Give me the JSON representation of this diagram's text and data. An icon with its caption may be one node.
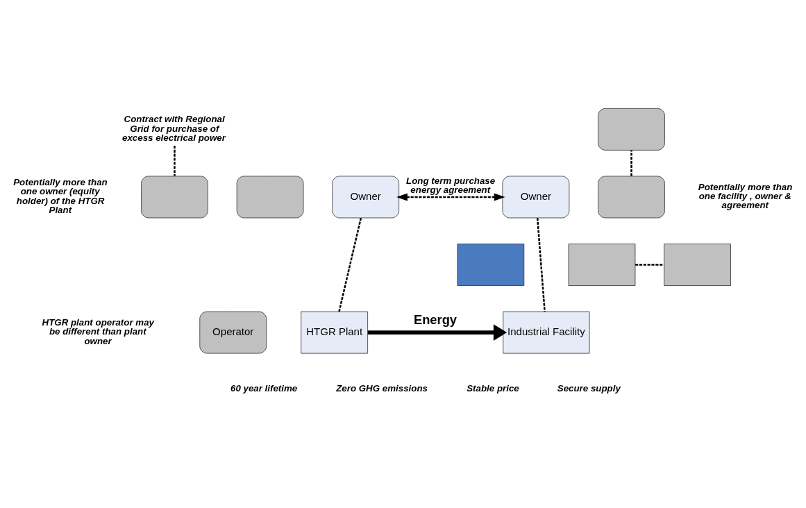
{
  "diagram": {
    "nodes": [
      {
        "text": [
          "Contract with Regional Grid for purchase of excess electrical power"
        ]
      },
      {
        "text": [],
        "shape": "box"
      },
      {
        "text": [],
        "shape": "box"
      },
      {
        "text": [
          "Owner"
        ]
      },
      {
        "text": [],
        "shape": "box"
      },
      {
        "text": [],
        "shape": "box"
      },
      {
        "text": [
          "Owner"
        ]
      },
      {
        "text": [
          "HTGR Plant"
        ]
      },
      {
        "text": [
          "Operator"
        ]
      },
      {
        "text": [],
        "shape": "box"
      },
      {
        "text": [],
        "shape": "box"
      },
      {
        "text": [],
        "shape": "box"
      },
      {
        "text": [
          "Industrial Facility"
        ]
      }
    ],
    "edges": [
      {
        "from": 0,
        "to": 1,
        "arrow": "none",
        "style": "dashed"
      },
      {
        "from": 3,
        "to": 6,
        "arrow": "both",
        "style": "dashed",
        "label": "Long term purchase energy agreement"
      },
      {
        "from": 5,
        "to": 4,
        "arrow": "none",
        "style": "dashed"
      },
      {
        "from": 3,
        "to": 7,
        "arrow": "none",
        "style": "dashed"
      },
      {
        "from": 6,
        "to": 12,
        "arrow": "none",
        "style": "dashed"
      },
      {
        "from": 10,
        "to": 9,
        "arrow": "none",
        "style": "dashed"
      },
      {
        "from": 7,
        "to": 12,
        "arrow": "to",
        "style": "thick",
        "label": "Energy"
      }
    ],
    "labels": [
      "Potentially more than one owner (equity holder) of the HTGR Plant",
      "Potentially more than one facility , owner & agreement",
      "HTGR plant operator may be different than plant owner",
      "60 year lifetime",
      "Zero GHG emissions",
      "Stable price",
      "Secure supply"
    ]
  }
}
